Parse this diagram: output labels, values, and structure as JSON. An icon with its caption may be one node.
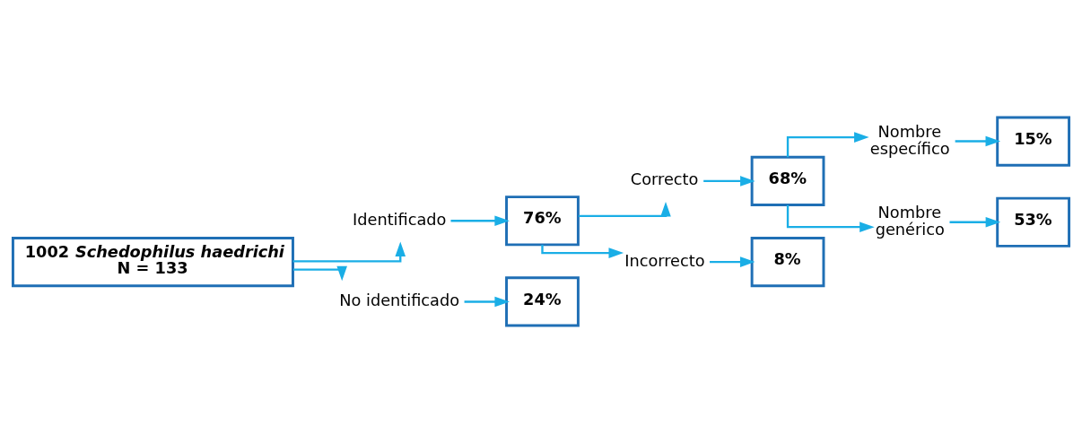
{
  "diagram": {
    "nodes": [
      {
        "text": [
          "1002 *Schedophilus haedrichi*",
          "N = 133"
        ]
      },
      {
        "text": [
          "Identificado"
        ]
      },
      {
        "text": [
          "76%"
        ]
      },
      {
        "text": [
          "No identificado"
        ]
      },
      {
        "text": [
          "24%"
        ]
      },
      {
        "text": [
          "Correcto"
        ]
      },
      {
        "text": [
          "68%"
        ]
      },
      {
        "text": [
          "Incorrecto"
        ]
      },
      {
        "text": [
          "8%"
        ]
      },
      {
        "text": [
          "Nombre específico"
        ]
      },
      {
        "text": [
          "15%"
        ]
      },
      {
        "text": [
          "Nombre genérico"
        ]
      },
      {
        "text": [
          "53%"
        ]
      }
    ],
    "edges": [
      {
        "from": 0,
        "to": 1,
        "arrow": "to"
      },
      {
        "from": 1,
        "to": 2,
        "arrow": "to"
      },
      {
        "from": 0,
        "to": 3,
        "arrow": "to"
      },
      {
        "from": 3,
        "to": 4,
        "arrow": "to"
      },
      {
        "from": 2,
        "to": 5,
        "arrow": "to"
      },
      {
        "from": 5,
        "to": 6,
        "arrow": "to"
      },
      {
        "from": 2,
        "to": 7,
        "arrow": "to"
      },
      {
        "from": 7,
        "to": 8,
        "arrow": "to"
      },
      {
        "from": 6,
        "to": 9,
        "arrow": "to"
      },
      {
        "from": 9,
        "to": 10,
        "arrow": "to"
      },
      {
        "from": 6,
        "to": 11,
        "arrow": "to"
      },
      {
        "from": 11,
        "to": 12,
        "arrow": "to"
      }
    ]
  }
}
